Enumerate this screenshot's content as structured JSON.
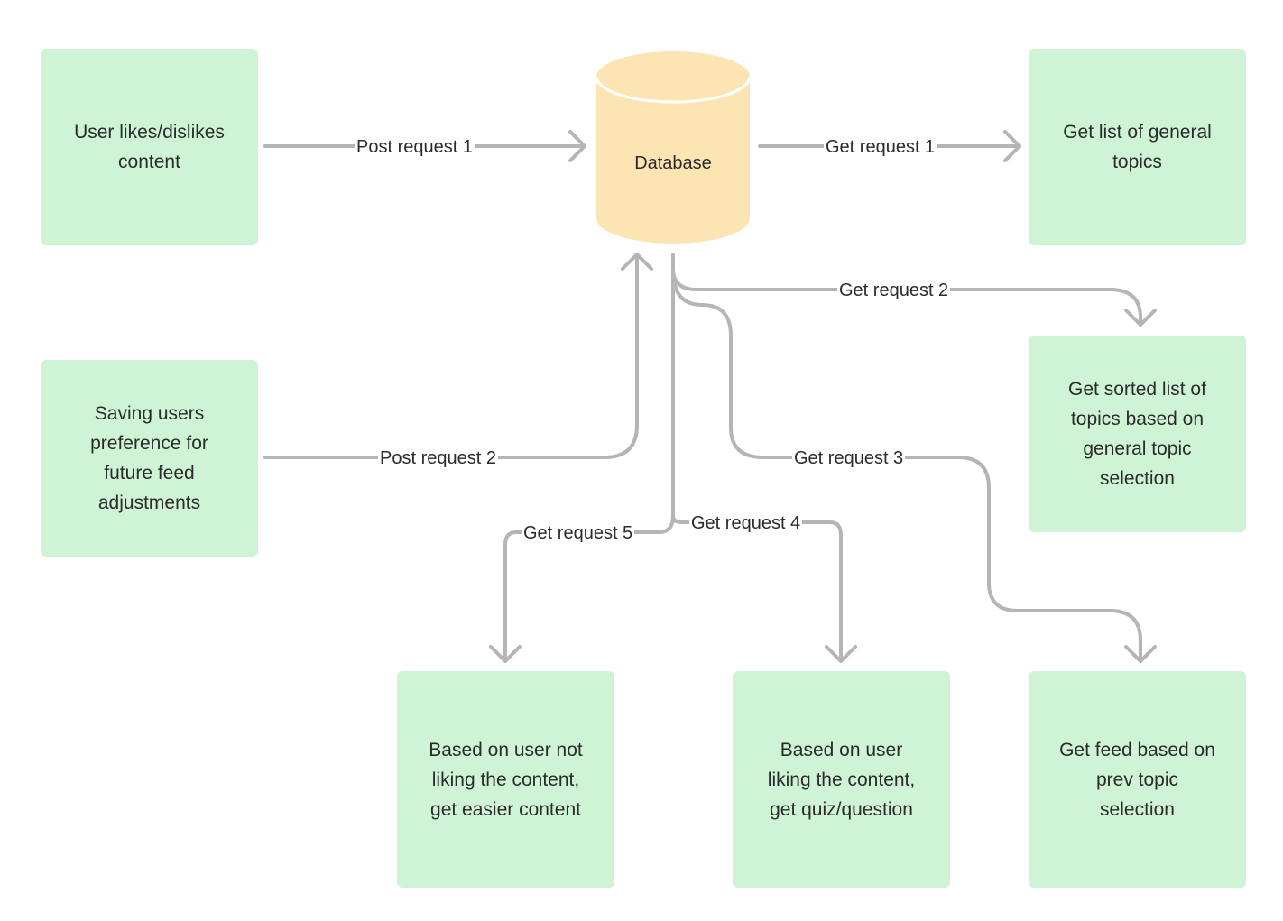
{
  "colors": {
    "node_fill": "#cff3d5",
    "database_fill": "#fde5b3",
    "edge_color": "#b5b5b5",
    "text_color": "#2b2b2b"
  },
  "database": {
    "label": "Database"
  },
  "nodes": {
    "user_likes": "User likes/dislikes\ncontent",
    "saving_prefs": "Saving users\npreference for\nfuture feed\nadjustments",
    "general_topics": "Get list of general\ntopics",
    "sorted_topics": "Get sorted list of\ntopics based on\ngeneral topic\nselection",
    "easier_content": "Based on user not\nliking the content,\nget easier content",
    "quiz": "Based on user\nliking the content,\nget quiz/question",
    "feed_prev": "Get feed based on\nprev topic\nselection"
  },
  "edges": {
    "post1": "Post request 1",
    "post2": "Post request 2",
    "get1": "Get request 1",
    "get2": "Get request 2",
    "get3": "Get request 3",
    "get4": "Get request 4",
    "get5": "Get request 5"
  }
}
